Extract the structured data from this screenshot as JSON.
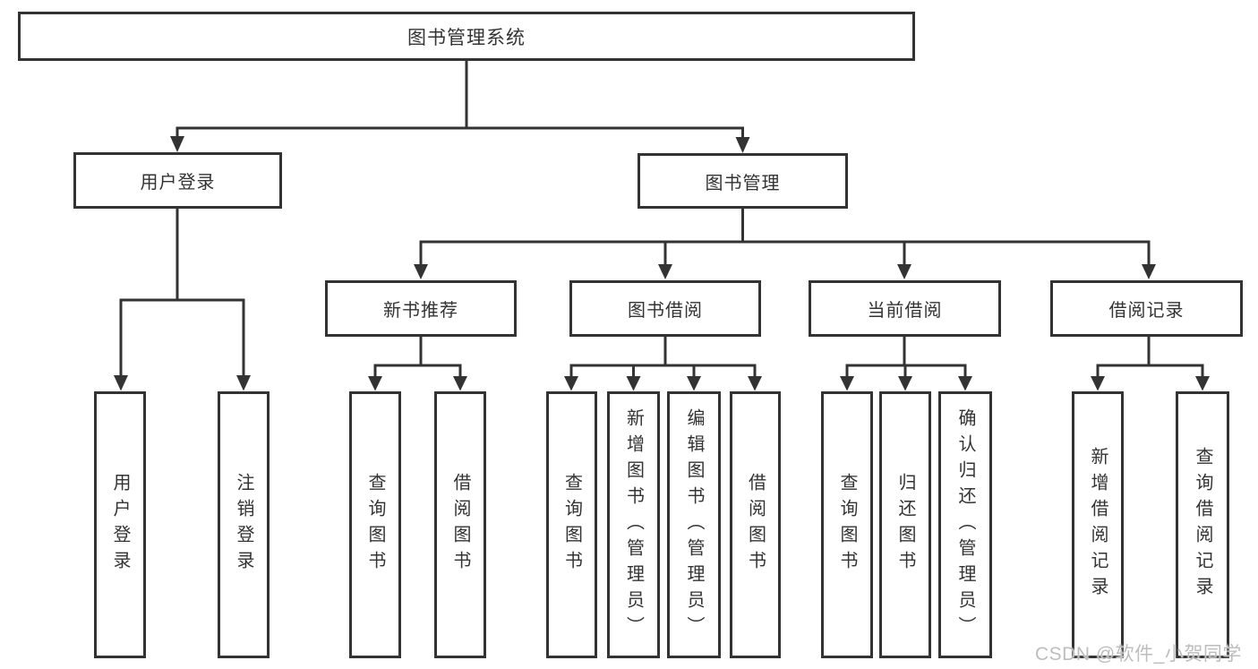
{
  "colors": {
    "line": "#333333",
    "text": "#333333",
    "watermark": "#bdbdbd",
    "background": "#ffffff"
  },
  "watermark": "CSDN @软件_小贺同学",
  "tree": {
    "root": "图书管理系统",
    "branches": [
      {
        "label": "用户登录",
        "children": [
          "用户登录",
          "注销登录"
        ]
      },
      {
        "label": "图书管理",
        "groups": [
          {
            "label": "新书推荐",
            "children": [
              "查询图书",
              "借阅图书"
            ]
          },
          {
            "label": "图书借阅",
            "children": [
              "查询图书",
              "新增图书（管理员）",
              "编辑图书（管理员）",
              "借阅图书"
            ]
          },
          {
            "label": "当前借阅",
            "children": [
              "查询图书",
              "归还图书",
              "确认归还（管理员）"
            ]
          },
          {
            "label": "借阅记录",
            "children": [
              "新增借阅记录",
              "查询借阅记录"
            ]
          }
        ]
      }
    ]
  }
}
